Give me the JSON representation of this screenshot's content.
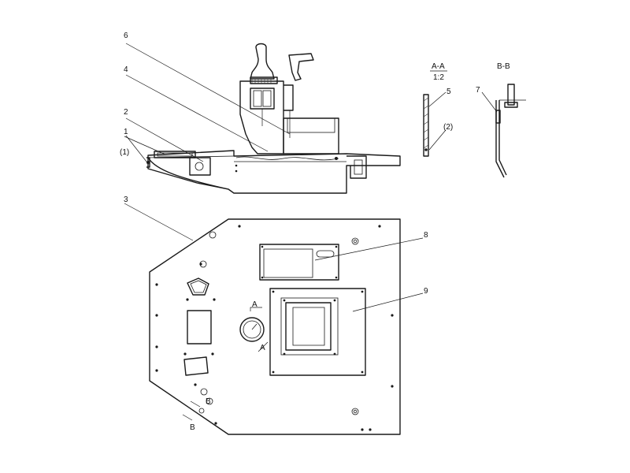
{
  "callouts": {
    "c1": "1",
    "c2": "2",
    "c3": "3",
    "c4": "4",
    "c5": "5",
    "c6": "6",
    "c7": "7",
    "c8": "8",
    "c9": "9",
    "p1": "(1)",
    "p2": "(2)"
  },
  "sections": {
    "aa_title": "A-A",
    "aa_scale": "1:2",
    "bb_title": "B-B",
    "a_mark": "A",
    "b_mark": "B"
  }
}
